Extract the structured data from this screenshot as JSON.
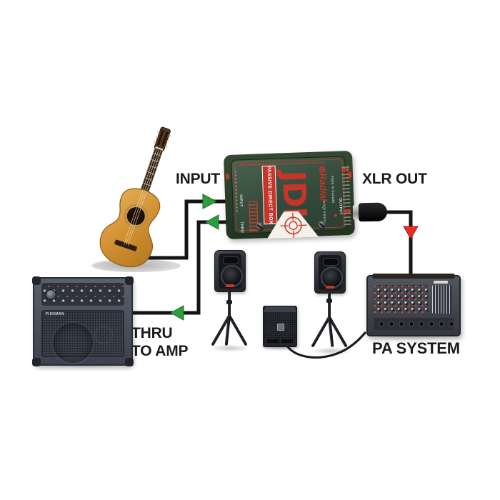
{
  "labels": {
    "input": "INPUT",
    "xlr_out": "XLR OUT",
    "thru_line1": "THRU",
    "thru_line2": "TO AMP",
    "pa_system": "PA SYSTEM"
  },
  "di_box": {
    "model": "JDI",
    "type_label": "PASSIVE DIRECT BOX",
    "brand": "Radial",
    "brand_sub": "engineering",
    "made_in": "made in Canada",
    "jack_input": "INPUT",
    "jack_thru": "THRU",
    "jack_output": "OUTPUT"
  },
  "amp": {
    "brand": "FISHMAN"
  },
  "icons": {
    "radial_target": "⊕"
  },
  "colors": {
    "arrow_green": "#2E9E3C",
    "arrow_red": "#E63027",
    "cable": "#141414",
    "di_green": "#3A5340",
    "di_red": "#C5352A",
    "label_text": "#1B1B1B",
    "background": "#FFFFFF"
  }
}
